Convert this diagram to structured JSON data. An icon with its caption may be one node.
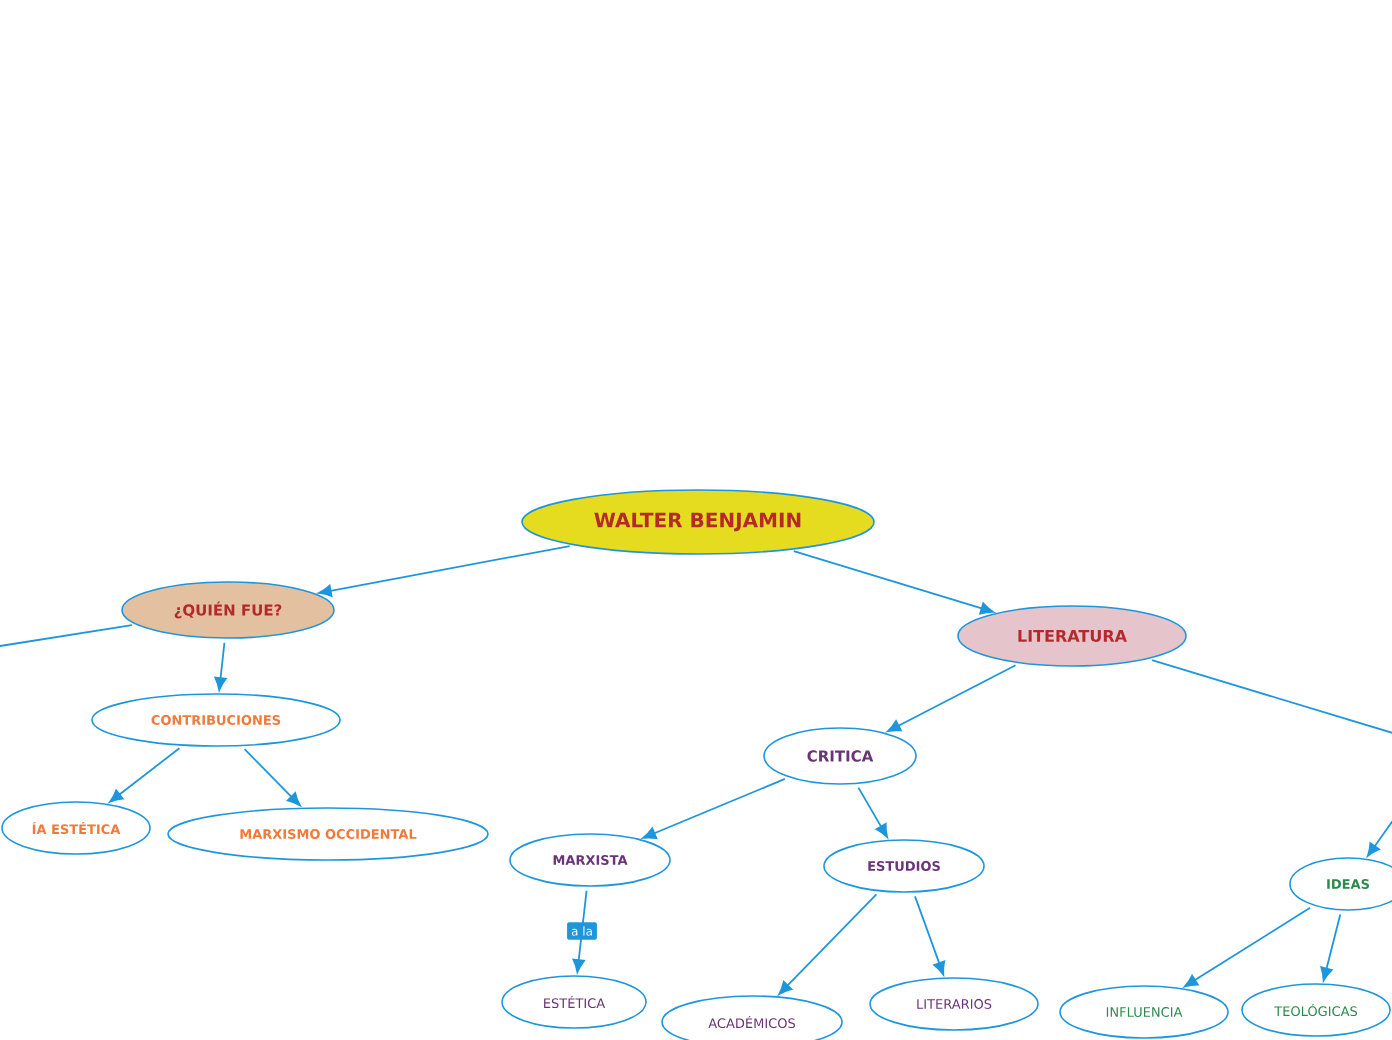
{
  "diagram": {
    "nodes": [
      {
        "text": [
          "WALTER BENJAMIN"
        ]
      },
      {
        "text": [
          "¿QUIÉN FUE?"
        ]
      },
      {
        "text": [
          "CONTRIBUCIONES"
        ]
      },
      {
        "text": [
          "ÍA ESTÉTICA"
        ]
      },
      {
        "text": [
          "MARXISMO OCCIDENTAL"
        ]
      },
      {
        "text": [
          "LITERATURA"
        ]
      },
      {
        "text": [
          "CRITICA"
        ]
      },
      {
        "text": [
          "MARXISTA"
        ]
      },
      {
        "text": [
          "ESTUDIOS"
        ]
      },
      {
        "text": [
          "ESTÉTICA"
        ]
      },
      {
        "text": [
          "ACADÉMICOS"
        ]
      },
      {
        "text": [
          "LITERARIOS"
        ]
      },
      {
        "text": [
          "IDEAS"
        ]
      },
      {
        "text": [
          "INFLUENCIA"
        ]
      },
      {
        "text": [
          "TEOLÓGICAS"
        ]
      }
    ],
    "edges": [
      {
        "from": 0,
        "to": 1,
        "arrow": "to"
      },
      {
        "from": 0,
        "to": 5,
        "arrow": "to"
      },
      {
        "from": 1,
        "to": 2,
        "arrow": "to"
      },
      {
        "from": 1,
        "to": null,
        "arrow": "none"
      },
      {
        "from": 2,
        "to": 3,
        "arrow": "to"
      },
      {
        "from": 2,
        "to": 4,
        "arrow": "to"
      },
      {
        "from": 5,
        "to": 6,
        "arrow": "to"
      },
      {
        "from": 5,
        "to": null,
        "arrow": "none"
      },
      {
        "from": 6,
        "to": 7,
        "arrow": "to"
      },
      {
        "from": 6,
        "to": 8,
        "arrow": "to"
      },
      {
        "from": 7,
        "to": 9,
        "arrow": "to",
        "label": "a la"
      },
      {
        "from": 8,
        "to": 10,
        "arrow": "to"
      },
      {
        "from": 8,
        "to": 11,
        "arrow": "to"
      },
      {
        "from": null,
        "to": 12,
        "arrow": "to"
      },
      {
        "from": 12,
        "to": 13,
        "arrow": "to"
      },
      {
        "from": 12,
        "to": 14,
        "arrow": "to"
      }
    ]
  }
}
